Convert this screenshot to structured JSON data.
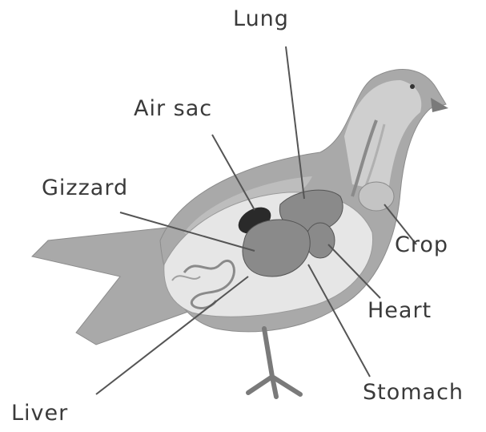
{
  "labels": {
    "lung": "Lung",
    "air_sac": "Air sac",
    "gizzard": "Gizzard",
    "crop": "Crop",
    "heart": "Heart",
    "stomach": "Stomach",
    "liver": "Liver"
  },
  "colors": {
    "body_fill": "#a9a9a9",
    "body_light": "#d2d2d2",
    "cavity": "#e6e6e6",
    "organ": "#8a8a8a",
    "organ_dark": "#5a5a5a",
    "air_sac": "#2a2a2a",
    "leader_line": "#555555",
    "text": "#3a3a3a"
  }
}
